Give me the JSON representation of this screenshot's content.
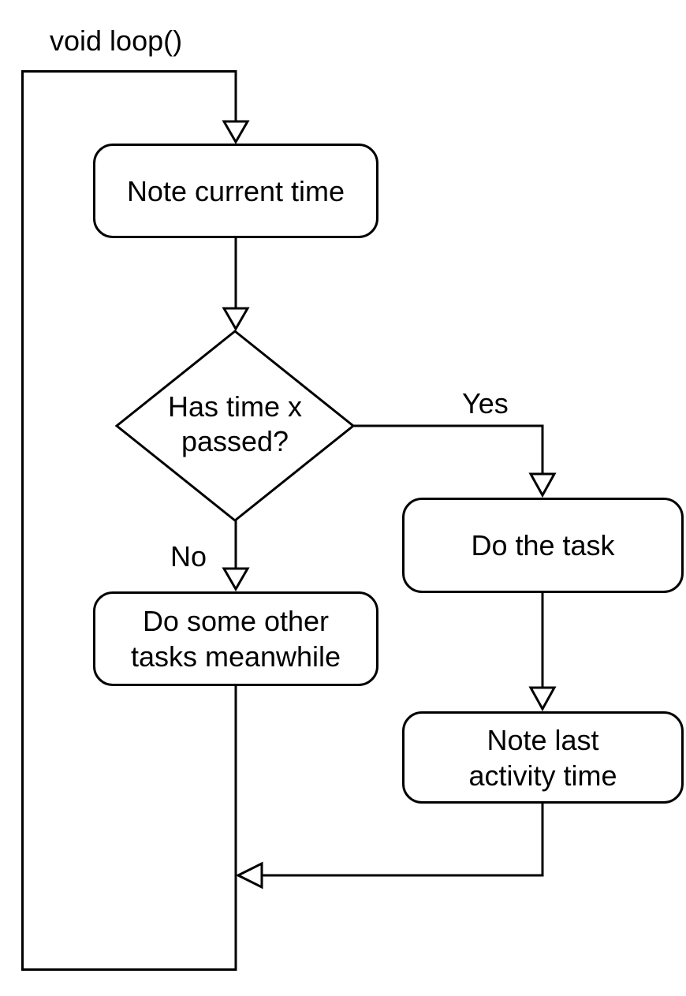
{
  "title": "void loop()",
  "nodes": {
    "note_current": {
      "label": "Note current time",
      "shape": "rounded-rect"
    },
    "decision": {
      "label": "Has time x\npassed?",
      "shape": "diamond"
    },
    "do_task": {
      "label": "Do the task",
      "shape": "rounded-rect"
    },
    "note_last": {
      "label": "Note last\nactivity time",
      "shape": "rounded-rect"
    },
    "do_other": {
      "label": "Do some other\ntasks meanwhile",
      "shape": "rounded-rect"
    }
  },
  "edges": [
    {
      "from": "loop_entry",
      "to": "note_current",
      "label": ""
    },
    {
      "from": "note_current",
      "to": "decision",
      "label": ""
    },
    {
      "from": "decision",
      "to": "do_task",
      "label": "Yes"
    },
    {
      "from": "decision",
      "to": "do_other",
      "label": "No"
    },
    {
      "from": "do_task",
      "to": "note_last",
      "label": ""
    },
    {
      "from": "note_last",
      "to": "merge_point",
      "label": ""
    },
    {
      "from": "do_other",
      "to": "note_current",
      "label": "",
      "kind": "loop-back"
    }
  ],
  "colors": {
    "stroke": "#000000",
    "node_fill": "#ffffff",
    "text": "#000000",
    "background": "#ffffff"
  }
}
